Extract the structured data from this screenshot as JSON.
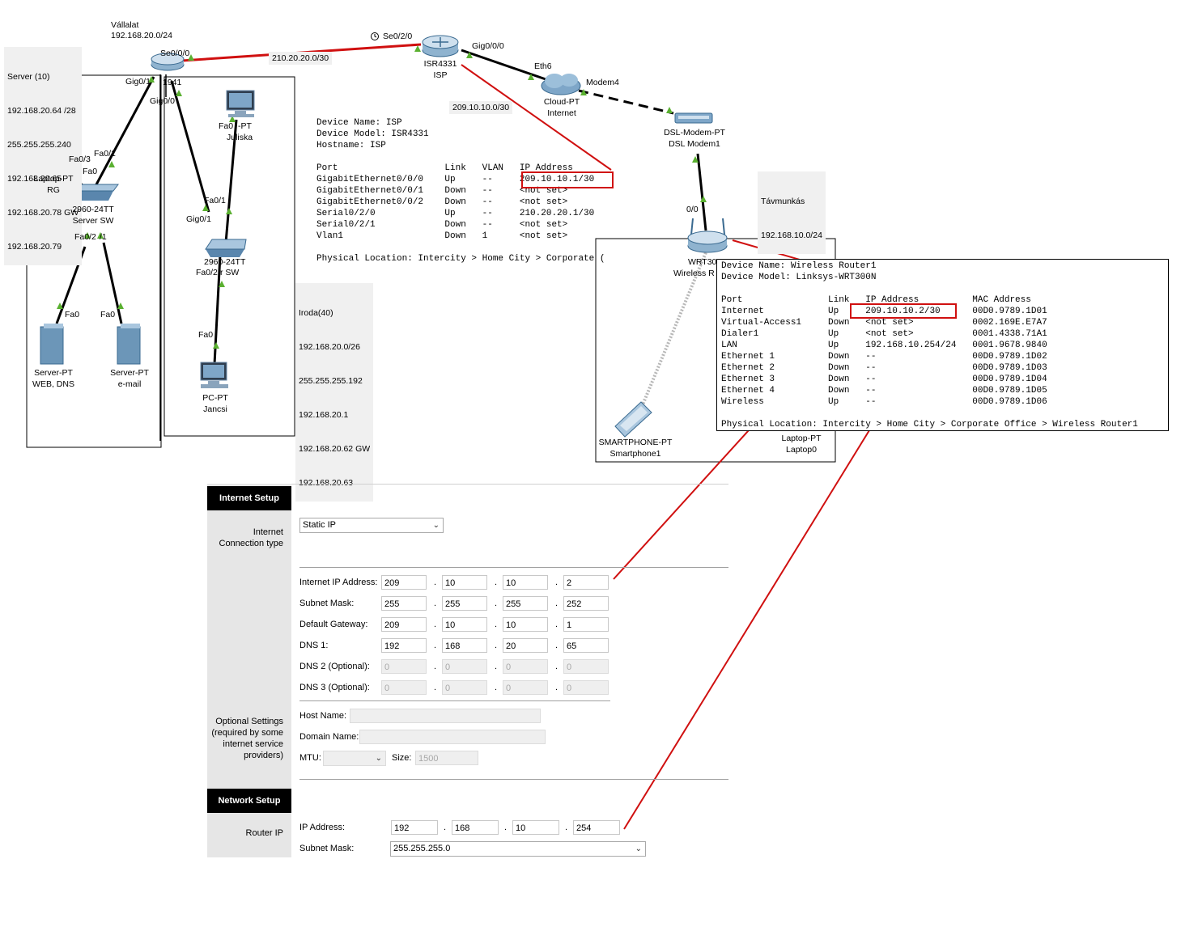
{
  "topology": {
    "company": {
      "name": "Vállalat",
      "net": "192.168.20.0/24"
    },
    "server_note": [
      "Server (10)",
      "192.168.20.64 /28",
      "255.255.255.240",
      "192.168.20.65",
      "192.168.20.78 GW",
      "192.168.20.79"
    ],
    "office_note": [
      "Iroda(40)",
      "192.168.20.0/26",
      "255.255.255.192",
      "192.168.20.1",
      "192.168.20.62 GW",
      "192.168.20.63"
    ],
    "remote": {
      "name": "Távmunkás",
      "net": "192.168.10.0/24"
    },
    "link_labels": {
      "wan_serial": "210.20.20.0/30",
      "isp_internet": "209.10.10.0/30"
    },
    "ports": {
      "se000": "Se0/0/0",
      "se020": "Se0/2/0",
      "gig0000": "Gig0/0/0",
      "gig01": "Gig0/1",
      "gig00": "Gig0/0",
      "model_1941": "1941",
      "fa01_sw": "Fa0/1",
      "fa03": "Fa0/3",
      "fa0_sw": "Fa0",
      "fa02": "Fa0/2",
      "fa01_b": "/1",
      "fa0_srv1": "Fa0",
      "fa0_srv2": "Fa0",
      "fa01_sw2": "Fa0/1",
      "gig01_sw2": "Gig0/1",
      "fa02_sw2": "Fa0/2",
      "fa0_pc": "Fa0",
      "fa0_juliska": "Fa0",
      "eth6": "Eth6",
      "modem4": "Modem4",
      "zero0": "0/0"
    },
    "devices": {
      "isp": [
        "ISR4331",
        "ISP"
      ],
      "cloud": [
        "Cloud-PT",
        "Internet"
      ],
      "dsl": [
        "DSL-Modem-PT",
        "DSL Modem1"
      ],
      "wrt": [
        "WRT30",
        "Wireless R"
      ],
      "laptop_rg": [
        "Laptop-PT",
        "RG"
      ],
      "server_sw": [
        "2960-24TT",
        "Server SW"
      ],
      "office_sw": [
        "2960-24TT",
        "r SW"
      ],
      "juliska": [
        "-PT",
        "Juliska"
      ],
      "web": [
        "Server-PT",
        "WEB, DNS"
      ],
      "mail": [
        "Server-PT",
        "e-mail"
      ],
      "pc": [
        "PC-PT",
        "Jancsi"
      ],
      "phone": [
        "SMARTPHONE-PT",
        "Smartphone1"
      ],
      "laptop0": [
        "Laptop-PT",
        "Laptop0"
      ]
    }
  },
  "isp_popup": {
    "lines": [
      "Device Name: ISP",
      "Device Model: ISR4331",
      "Hostname: ISP",
      "",
      "Port                    Link   VLAN   IP Address",
      "GigabitEthernet0/0/0    Up     --     209.10.10.1/30",
      "GigabitEthernet0/0/1    Down   --     <not set>",
      "GigabitEthernet0/0/2    Down   --     <not set>",
      "Serial0/2/0             Up     --     210.20.20.1/30",
      "Serial0/2/1             Down   --     <not set>",
      "Vlan1                   Down   1      <not set>",
      "",
      "Physical Location: Intercity > Home City > Corporate ("
    ]
  },
  "wrt_popup": {
    "lines": [
      "Device Name: Wireless Router1",
      "Device Model: Linksys-WRT300N",
      "",
      "Port                Link   IP Address          MAC Address",
      "Internet            Up     209.10.10.2/30      00D0.9789.1D01",
      "Virtual-Access1     Down   <not set>           0002.169E.E7A7",
      "Dialer1             Up     <not set>           0001.4338.71A1",
      "LAN                 Up     192.168.10.254/24   0001.9678.9840",
      "Ethernet 1          Down   --                  00D0.9789.1D02",
      "Ethernet 2          Down   --                  00D0.9789.1D03",
      "Ethernet 3          Down   --                  00D0.9789.1D04",
      "Ethernet 4          Down   --                  00D0.9789.1D05",
      "Wireless            Up     --                  00D0.9789.1D06",
      "",
      "Physical Location: Intercity > Home City > Corporate Office > Wireless Router1"
    ]
  },
  "setup": {
    "internet_setup": "Internet Setup",
    "conn_type_label": "Internet\nConnection type",
    "conn_type_value": "Static IP",
    "rows": [
      {
        "label": "Internet IP Address:",
        "octets": [
          "209",
          "10",
          "10",
          "2"
        ],
        "disabled": false
      },
      {
        "label": "Subnet Mask:",
        "octets": [
          "255",
          "255",
          "255",
          "252"
        ],
        "disabled": false
      },
      {
        "label": "Default Gateway:",
        "octets": [
          "209",
          "10",
          "10",
          "1"
        ],
        "disabled": false
      },
      {
        "label": "DNS 1:",
        "octets": [
          "192",
          "168",
          "20",
          "65"
        ],
        "disabled": false
      },
      {
        "label": "DNS 2 (Optional):",
        "octets": [
          "0",
          "0",
          "0",
          "0"
        ],
        "disabled": true
      },
      {
        "label": "DNS 3 (Optional):",
        "octets": [
          "0",
          "0",
          "0",
          "0"
        ],
        "disabled": true
      }
    ],
    "optional_label": "Optional Settings\n(required by some\ninternet service\nproviders)",
    "host_name_label": "Host Name:",
    "domain_name_label": "Domain Name:",
    "mtu_label": "MTU:",
    "size_label": "Size:",
    "size_value": "1500",
    "network_setup": "Network Setup",
    "router_ip_label": "Router IP",
    "ip_address_label": "IP Address:",
    "router_octets": [
      "192",
      "168",
      "10",
      "254"
    ],
    "subnet_mask_label": "Subnet Mask:",
    "subnet_mask_value": "255.255.255.0"
  },
  "colors": {
    "link_red": "#d01010",
    "link_black": "#000000",
    "port_green": "#5ab030",
    "popup_border": "#000000",
    "side_bg": "#e6e6e6"
  }
}
